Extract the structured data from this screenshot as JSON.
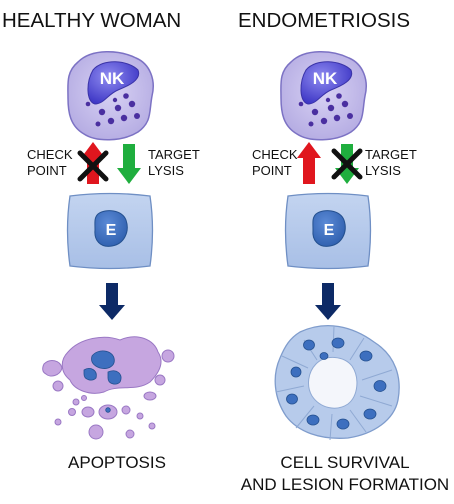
{
  "panels": {
    "healthy": {
      "title": "HEALTHY WOMAN",
      "nk_label": "NK",
      "checkpoint_line1": "CHECK",
      "checkpoint_line2": "POINT",
      "lysis_line1": "TARGET",
      "lysis_line2": "LYSIS",
      "endometrial_label": "E",
      "outcome_line1": "APOPTOSIS"
    },
    "endometriosis": {
      "title": "ENDOMETRIOSIS",
      "nk_label": "NK",
      "checkpoint_line1": "CHECK",
      "checkpoint_line2": "POINT",
      "lysis_line1": "TARGET",
      "lysis_line2": "LYSIS",
      "endometrial_label": "E",
      "outcome_line1": "CELL SURVIVAL",
      "outcome_line2": "AND LESION FORMATION"
    }
  },
  "colors": {
    "nk_cell_fill": "#c9c2ec",
    "nk_nucleus": "#5a55d8",
    "granule": "#4a2fa0",
    "endometrial_cell_fill": "#b7cbeb",
    "endometrial_nucleus": "#3d6fbf",
    "checkpoint_arrow": "#e0161e",
    "lysis_arrow": "#1fae3e",
    "block_cross": "#111111",
    "down_arrow": "#0d2a66",
    "apoptotic_fill": "#c6a6e0",
    "lesion_fill": "#b7cbeb"
  }
}
